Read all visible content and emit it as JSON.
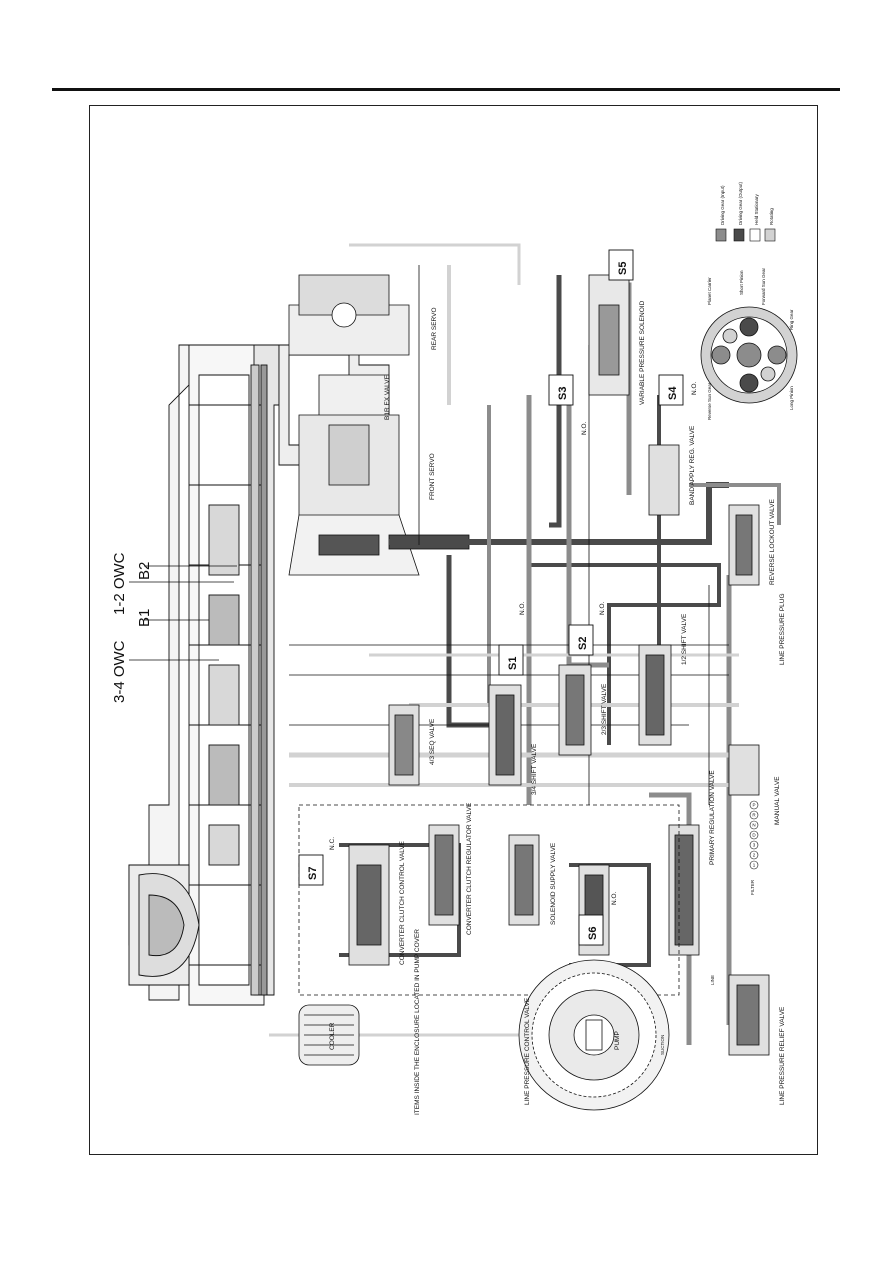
{
  "labels": {
    "b2": "B2",
    "one_two_owc": "1-2 OWC",
    "b1": "B1",
    "three_four_owc": "3-4 OWC",
    "rear_servo": "REAR SERVO",
    "front_servo": "FRONT SERVO",
    "b1r_ex_valve": "B1R EX VALVE",
    "variable_pressure_solenoid": "VARIABLE PRESSURE SOLENOID",
    "band_apply_reg_valve": "BAND APPLY REG. VALVE",
    "reverse_lockout_valve": "REVERSE LOCKOUT VALVE",
    "line_pressure_plug": "LINE PRESSURE PLUG",
    "manual_valve": "MANUAL VALVE",
    "primary_regulation_valve": "PRIMARY REGULATION VALVE",
    "line_pressure_relief_valve": "LINE PRESSURE RELIEF VALVE",
    "suction": "SUCTION",
    "pump": "PUMP",
    "filter": "FILTER",
    "line": "LINE",
    "line_pressure_control_valve": "LINE PRESSURE CONTROL VALVE",
    "items_inside_enclosure": "ITEMS INSIDE THE ENCLOSURE LOCATED IN PUMP COVER",
    "cooler": "COOLER",
    "converter_clutch_control_valve": "CONVERTER CLUTCH CONTROL VALVE",
    "converter_clutch_regulator_valve": "CONVERTER CLUTCH REGULATOR VALVE",
    "solenoid_supply_valve": "SOLENOID SUPPLY VALVE",
    "four_three_seq_valve": "4/3 SEQ VALVE",
    "three_four_shift_valve": "3/4 SHIFT VALVE",
    "two_three_shift_valve": "2/3 SHIFT VALVE",
    "one_two_shift_valve": "1/2 SHIFT VALVE",
    "no": "N.O.",
    "nc": "N.C."
  },
  "solenoids": {
    "s1": "S1",
    "s2": "S2",
    "s3": "S3",
    "s4": "S4",
    "s5": "S5",
    "s6": "S6",
    "s7": "S7"
  },
  "gear_labels": {
    "planet_carrier": "Planet Carrier",
    "short_pinion": "Short Pinion",
    "forward_sun_gear": "Forward Sun Gear",
    "ring_gear": "Ring Gear",
    "long_pinion": "Long Pinion",
    "reverse_sun_gear": "Reverse Sun Gear"
  },
  "legend": [
    {
      "label": "Driving Gear (Input)",
      "color": "#8c8c8c"
    },
    {
      "label": "Driving Gear (Output)",
      "color": "#4a4a4a"
    },
    {
      "label": "Held Stationary",
      "color": "#ffffff"
    },
    {
      "label": "Rotating",
      "color": "#d2d2d2"
    }
  ],
  "manual_positions": [
    "P",
    "R",
    "N",
    "D",
    "3",
    "2",
    "1"
  ],
  "colors": {
    "oil_dark": "#4a4a4a",
    "oil_mid": "#8c8c8c",
    "oil_light": "#d2d2d2",
    "line": "#111111"
  }
}
